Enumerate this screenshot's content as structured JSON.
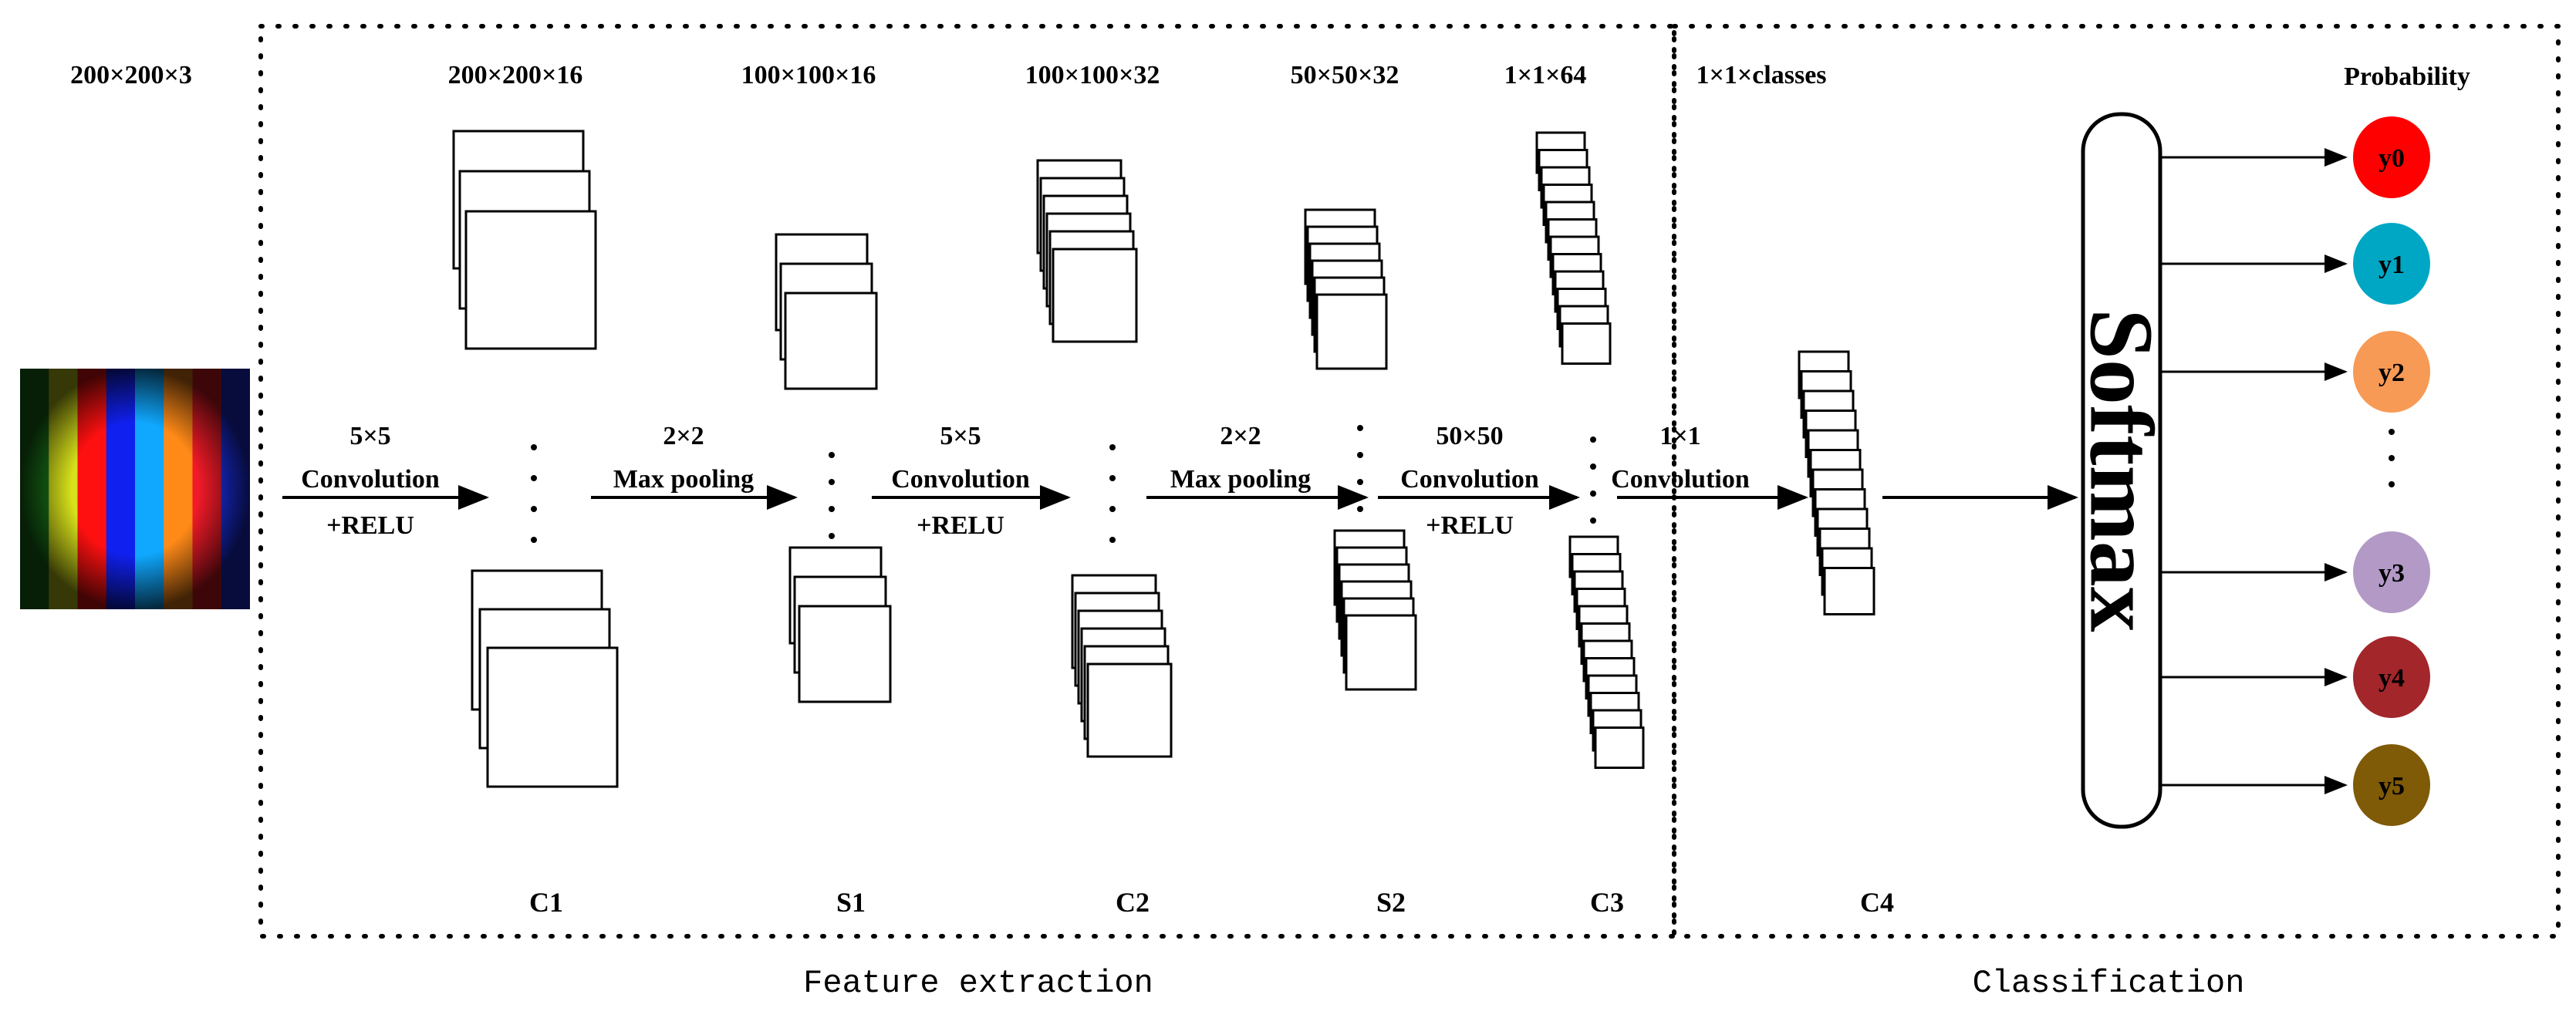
{
  "input": {
    "dims": "200×200×3",
    "stripe_colors": [
      "#1a7a1a",
      "#d8e21a",
      "#ff1010",
      "#1020ee",
      "#10a8ff",
      "#ff8a18",
      "#f21a28",
      "#1c30f0"
    ]
  },
  "sections": {
    "feature_extraction": "Feature extraction",
    "classification": "Classification"
  },
  "dims": {
    "c1": "200×200×16",
    "s1": "100×100×16",
    "c2": "100×100×32",
    "s2": "50×50×32",
    "c3": "1×1×64",
    "c4": "1×1×classes",
    "probability": "Probability"
  },
  "layers": {
    "c1": "C1",
    "s1": "S1",
    "c2": "C2",
    "s2": "S2",
    "c3": "C3",
    "c4": "C4"
  },
  "ops": [
    {
      "top": "5×5",
      "mid": "Convolution",
      "bottom": "+RELU"
    },
    {
      "top": "2×2",
      "mid": "Max pooling",
      "bottom": ""
    },
    {
      "top": "5×5",
      "mid": "Convolution",
      "bottom": "+RELU"
    },
    {
      "top": "2×2",
      "mid": "Max pooling",
      "bottom": ""
    },
    {
      "top": "50×50",
      "mid": "Convolution",
      "bottom": "+RELU"
    },
    {
      "top": "1×1",
      "mid": "Convolution",
      "bottom": ""
    }
  ],
  "softmax": "Softmax",
  "outputs": [
    {
      "label": "y0",
      "color": "#ff0000"
    },
    {
      "label": "y1",
      "color": "#00a7c4"
    },
    {
      "label": "y2",
      "color": "#f79a55"
    },
    {
      "label": "y3",
      "color": "#b39ac6"
    },
    {
      "label": "y4",
      "color": "#a2262a"
    },
    {
      "label": "y5",
      "color": "#7f5a07"
    }
  ]
}
